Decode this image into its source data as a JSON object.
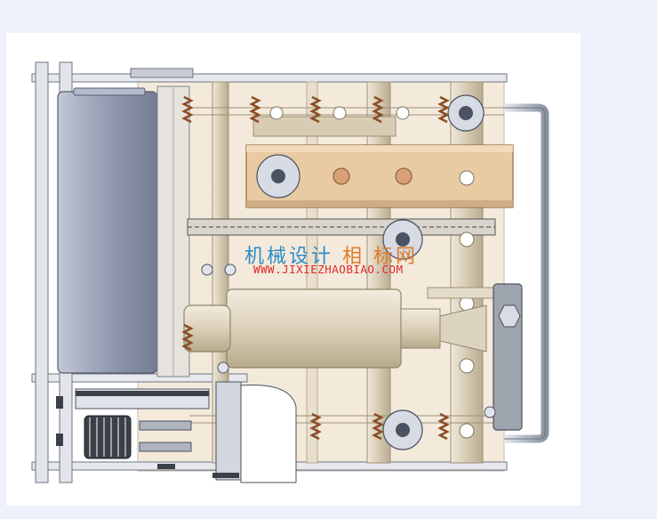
{
  "watermark": {
    "cn_main": "机械设计",
    "cn_accent": "相 标网",
    "url": "WWW.JIXIEZHAOBIAO.COM"
  },
  "colors": {
    "page_background": "#eef0fb",
    "viewport": "#ffffff",
    "frame_plate": "#f3e7d6",
    "frame_edge": "#8a8f96",
    "motor_body": "#9aa2b8",
    "roller_wood": "#e7c9a2",
    "shaft": "#d9ceb8",
    "spring": "#8a4d26",
    "gear": "#3b3f46",
    "handle": "#b8bec9",
    "watermark_blue": "#2a8cc8",
    "watermark_orange": "#e07a2a",
    "watermark_red": "#e02828"
  }
}
